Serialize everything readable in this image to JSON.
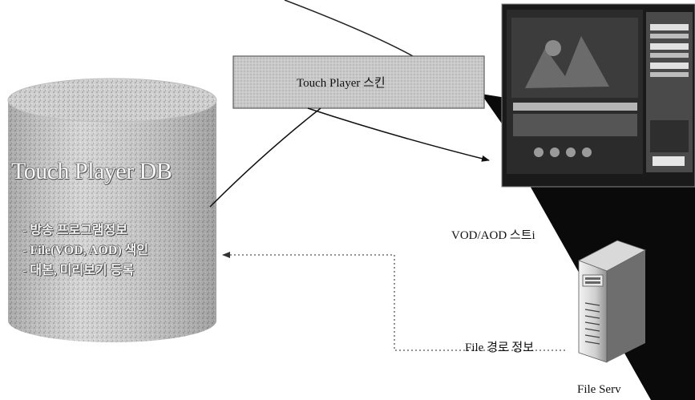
{
  "db": {
    "title": "Touch Player DB",
    "items": [
      "- 방송 프로그램정보",
      "- File(VOD, AOD) 색인",
      "- 대본, 미리보기 등록"
    ]
  },
  "skin": {
    "label": "Touch Player 스킨"
  },
  "stream": {
    "label": "VOD/AOD 스트i"
  },
  "file_path": {
    "label": "File 경로 정보"
  },
  "file_server": {
    "label": "File Serv"
  }
}
